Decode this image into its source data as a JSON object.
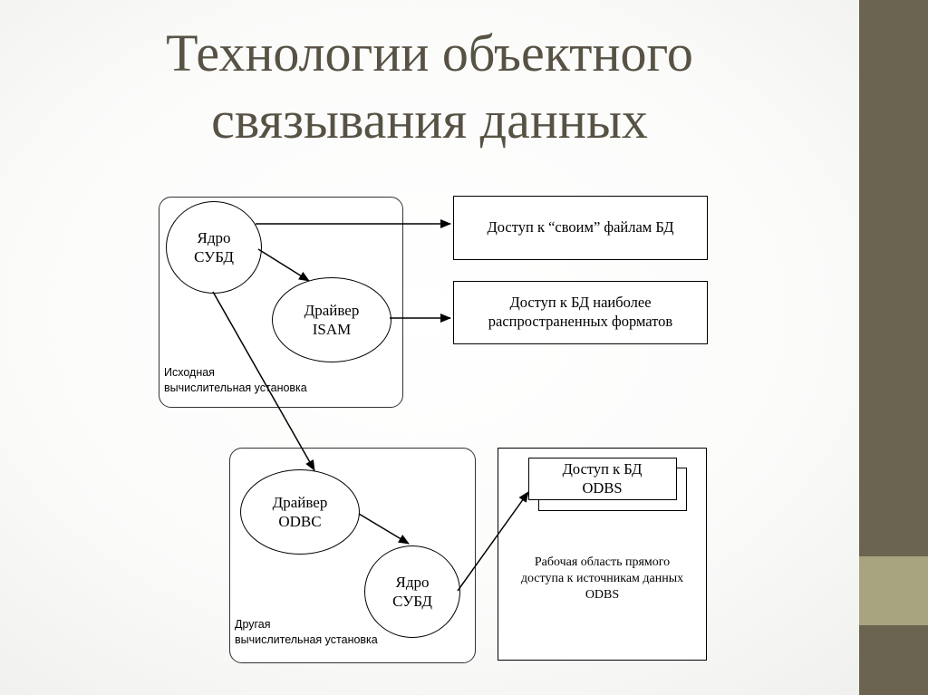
{
  "slide": {
    "title_line1": "Технологии объектного",
    "title_line2": "связывания данных"
  },
  "colors": {
    "title": "#575244",
    "sidebar_dark": "#6b6450",
    "sidebar_light": "#a8a480"
  },
  "diagram": {
    "source_host": {
      "label_line1": "Исходная",
      "label_line2": "вычислительная установка",
      "dbms_core_line1": "Ядро",
      "dbms_core_line2": "СУБД",
      "isam_driver_line1": "Драйвер",
      "isam_driver_line2": "ISAM"
    },
    "access_own_files": "Доступ к “своим” файлам БД",
    "access_common_formats_line1": "Доступ к БД наиболее",
    "access_common_formats_line2": "распространенных форматов",
    "other_host": {
      "label_line1": "Другая",
      "label_line2": "вычислительная установка",
      "odbc_driver_line1": "Драйвер",
      "odbc_driver_line2": "ODBC",
      "dbms_core_line1": "Ядро",
      "dbms_core_line2": "СУБД"
    },
    "odbs_workspace": {
      "access_line1": "Доступ к БД",
      "access_line2": "ODBS",
      "desc_line1": "Рабочая область прямого",
      "desc_line2": "доступа к источникам данных",
      "desc_line3": "ODBS"
    }
  }
}
